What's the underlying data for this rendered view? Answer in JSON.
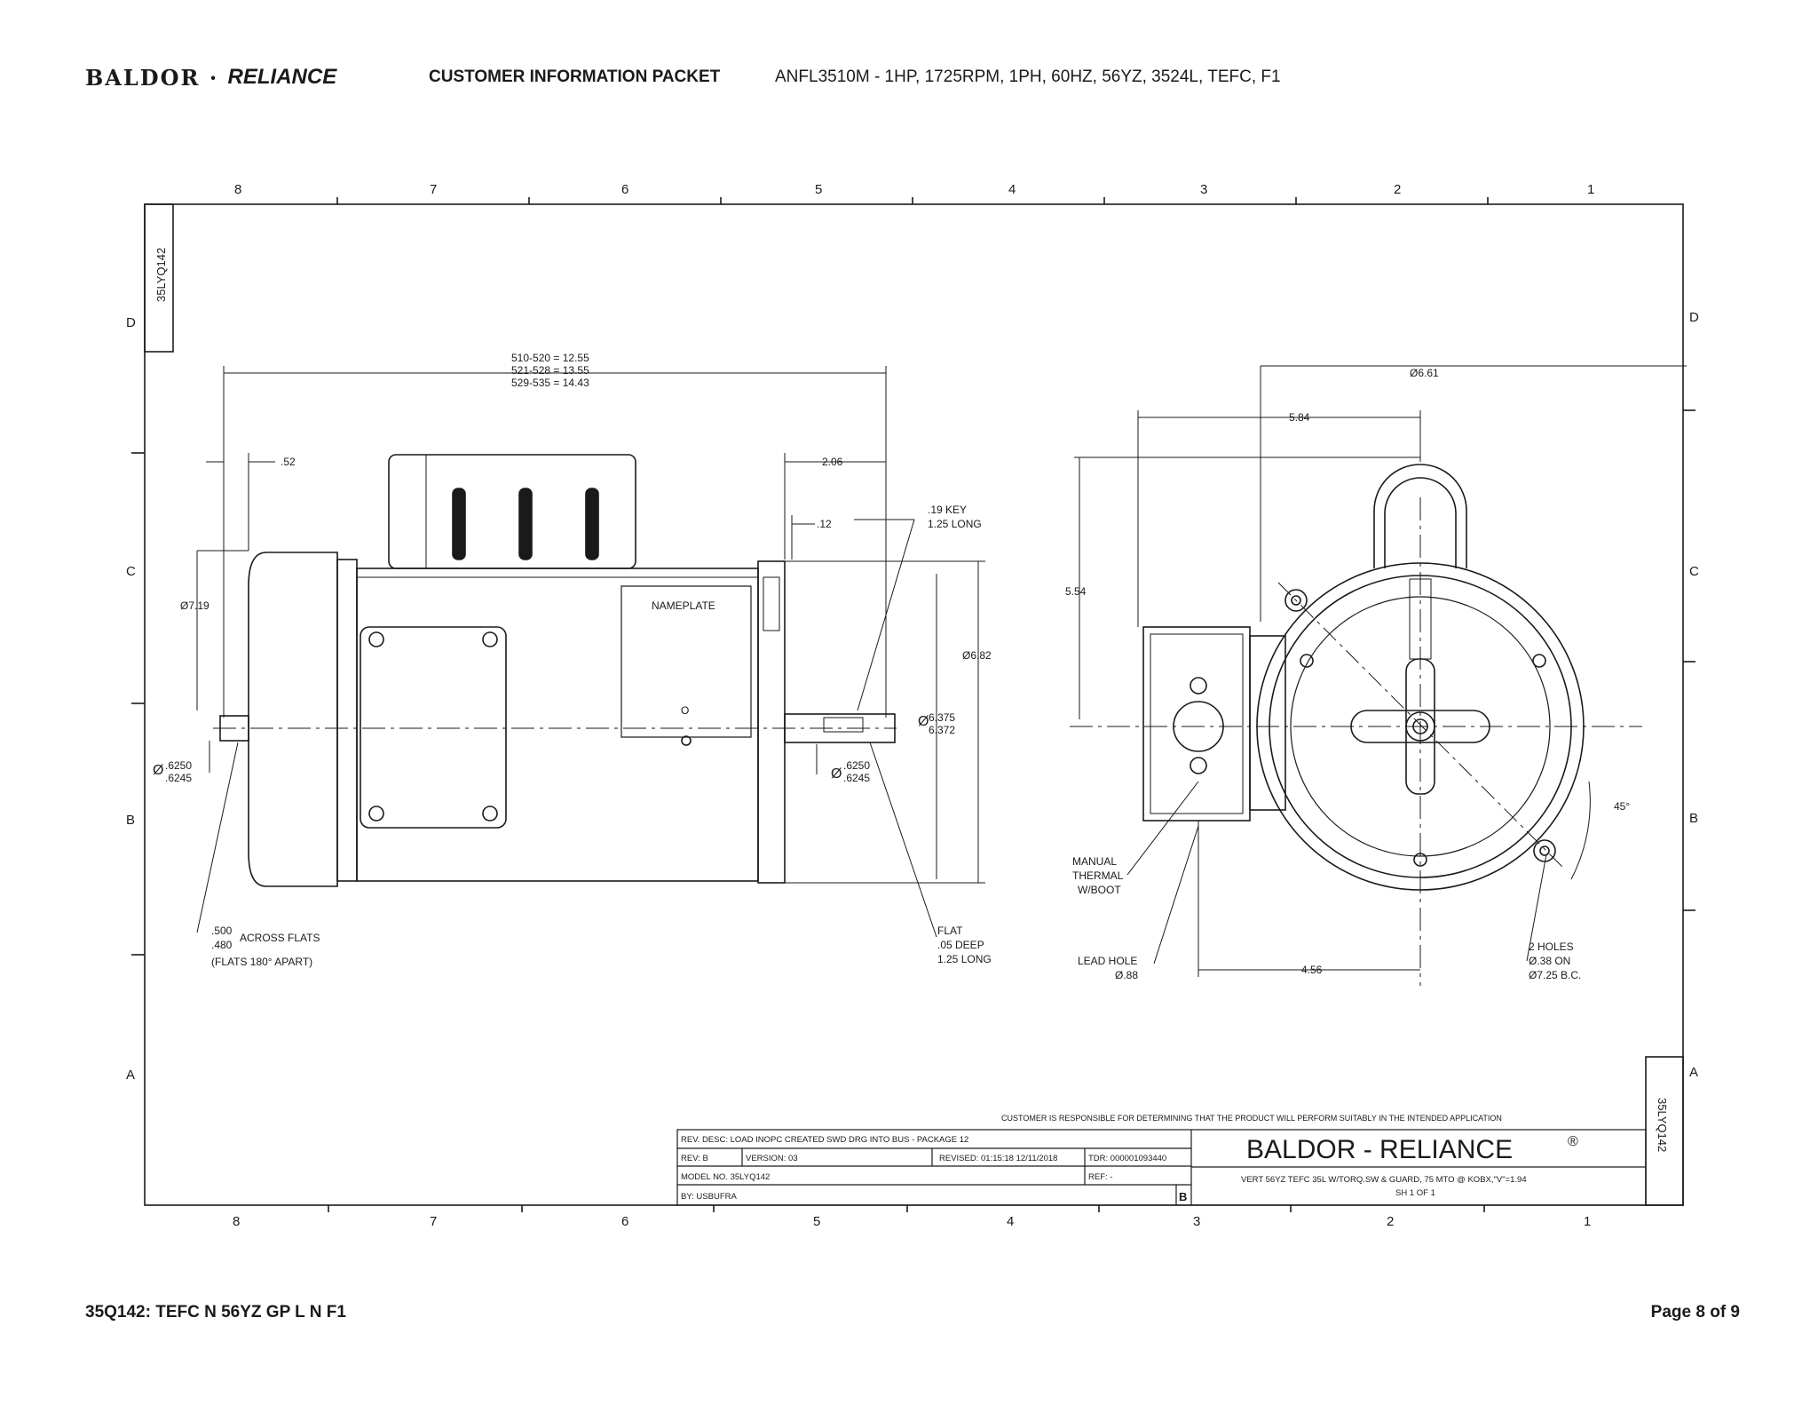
{
  "header": {
    "brand_a": "BALDOR",
    "brand_sep": "·",
    "brand_b": "RELIANCE",
    "packet_title": "CUSTOMER INFORMATION PACKET",
    "model_line": "ANFL3510M - 1HP, 1725RPM, 1PH, 60HZ, 56YZ, 3524L, TEFC, F1"
  },
  "frame": {
    "cols": [
      "8",
      "7",
      "6",
      "5",
      "4",
      "3",
      "2",
      "1"
    ],
    "rows": [
      "D",
      "C",
      "B",
      "A"
    ],
    "drawing_id": "35LYQ142"
  },
  "dims_side": {
    "lengths": [
      "510-520 = 12.55",
      "521-528 = 13.55",
      "529-535 = 14.43"
    ],
    "d052": ".52",
    "d206": "2.06",
    "d012": ".12",
    "key_a": ".19 KEY",
    "key_b": "1.25 LONG",
    "dia719": "Ø7.19",
    "nameplate": "NAMEPLATE",
    "nameplate_o": "O",
    "dia682": "Ø6.82",
    "d6375": "6.375",
    "d6372": "6.372",
    "dia_sym": "Ø",
    "s6250": ".6250",
    "s6245": ".6245",
    "flats_a": ".500",
    "flats_b": ".480",
    "flats_c": "ACROSS FLATS",
    "flats_d": "(FLATS 180° APART)",
    "flat_a": "FLAT",
    "flat_b": ".05 DEEP",
    "flat_c": "1.25 LONG"
  },
  "dims_end": {
    "dia661": "Ø6.61",
    "d584": "5.84",
    "d554": "5.54",
    "d456": "4.56",
    "manual_a": "MANUAL",
    "manual_b": "THERMAL",
    "manual_c": "W/BOOT",
    "lead_a": "LEAD HOLE",
    "lead_b": "Ø.88",
    "holes_a": "2 HOLES",
    "holes_b": "Ø.38 ON",
    "holes_c": "Ø7.25 B.C.",
    "angle": "45°"
  },
  "title_block": {
    "disclaimer": "CUSTOMER IS RESPONSIBLE FOR DETERMINING THAT THE PRODUCT WILL PERFORM SUITABLY IN THE INTENDED APPLICATION",
    "rev_desc": "REV. DESC: LOAD INOPC CREATED SWD DRG INTO BUS - PACKAGE 12",
    "rev": "REV:  B",
    "version": "VERSION:  03",
    "revised": "REVISED:  01:15:18 12/11/2018",
    "tdr": "TDR:  000001093440",
    "model_no": "MODEL NO.   35LYQ142",
    "ref": "REF:  -",
    "by": "BY: USBUFRA",
    "size": "B",
    "company": "BALDOR - RELIANCE",
    "reg": "®",
    "desc": "VERT 56YZ TEFC 35L W/TORQ.SW & GUARD, 75 MTO @ KOBX,\"V\"=1.94",
    "sheet": "SH 1 OF 1"
  },
  "footer": {
    "left": "35Q142: TEFC N 56YZ GP L N F1",
    "right": "Page 8 of 9"
  }
}
